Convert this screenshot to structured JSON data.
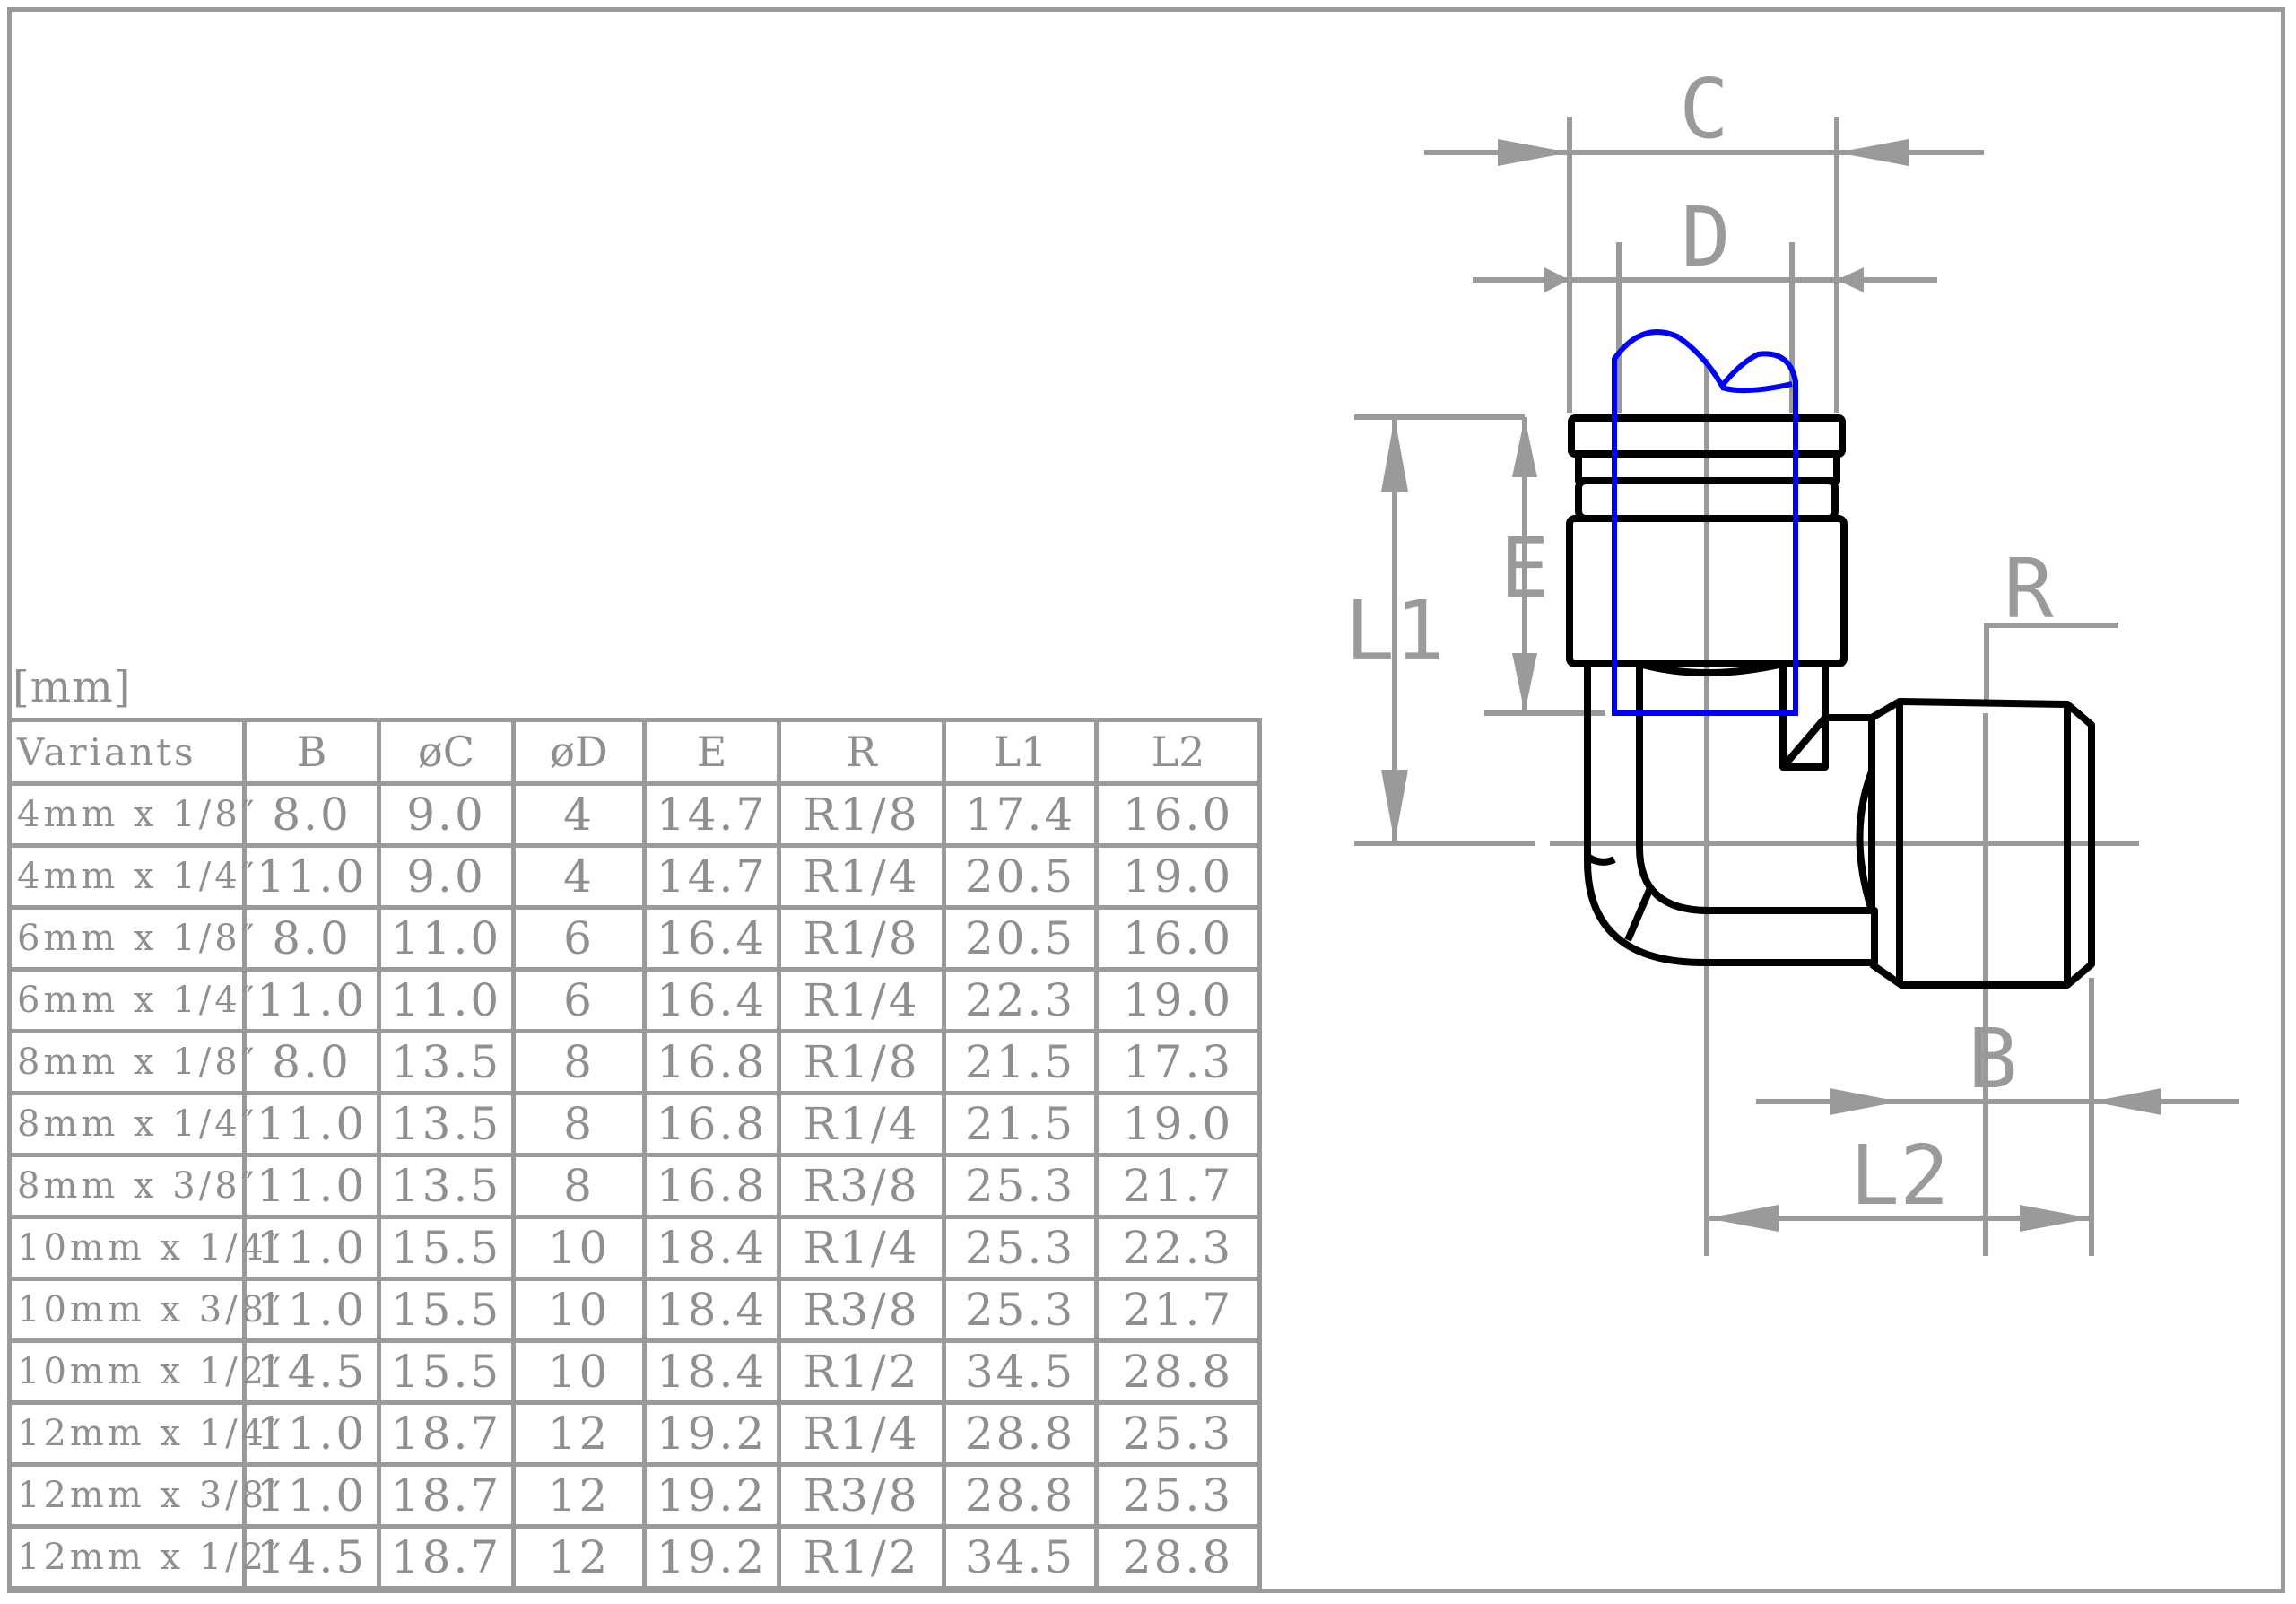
{
  "unit_label": "[mm]",
  "table": {
    "headers": [
      "Variants",
      "B",
      "øC",
      "øD",
      "E",
      "R",
      "L1",
      "L2"
    ],
    "rows": [
      [
        "4mm x 1/8″",
        "8.0",
        "9.0",
        "4",
        "14.7",
        "R1/8",
        "17.4",
        "16.0"
      ],
      [
        "4mm x 1/4″",
        "11.0",
        "9.0",
        "4",
        "14.7",
        "R1/4",
        "20.5",
        "19.0"
      ],
      [
        "6mm x 1/8″",
        "8.0",
        "11.0",
        "6",
        "16.4",
        "R1/8",
        "20.5",
        "16.0"
      ],
      [
        "6mm x 1/4″",
        "11.0",
        "11.0",
        "6",
        "16.4",
        "R1/4",
        "22.3",
        "19.0"
      ],
      [
        "8mm x 1/8″",
        "8.0",
        "13.5",
        "8",
        "16.8",
        "R1/8",
        "21.5",
        "17.3"
      ],
      [
        "8mm x 1/4″",
        "11.0",
        "13.5",
        "8",
        "16.8",
        "R1/4",
        "21.5",
        "19.0"
      ],
      [
        "8mm x 3/8″",
        "11.0",
        "13.5",
        "8",
        "16.8",
        "R3/8",
        "25.3",
        "21.7"
      ],
      [
        "10mm x 1/4″",
        "11.0",
        "15.5",
        "10",
        "18.4",
        "R1/4",
        "25.3",
        "22.3"
      ],
      [
        "10mm x 3/8″",
        "11.0",
        "15.5",
        "10",
        "18.4",
        "R3/8",
        "25.3",
        "21.7"
      ],
      [
        "10mm x 1/2″",
        "14.5",
        "15.5",
        "10",
        "18.4",
        "R1/2",
        "34.5",
        "28.8"
      ],
      [
        "12mm x 1/4″",
        "11.0",
        "18.7",
        "12",
        "19.2",
        "R1/4",
        "28.8",
        "25.3"
      ],
      [
        "12mm x 3/8″",
        "11.0",
        "18.7",
        "12",
        "19.2",
        "R3/8",
        "28.8",
        "25.3"
      ],
      [
        "12mm x 1/2″",
        "14.5",
        "18.7",
        "12",
        "19.2",
        "R1/2",
        "34.5",
        "28.8"
      ]
    ]
  },
  "dimensions": {
    "C": "C",
    "D": "D",
    "E": "E",
    "L1": "L1",
    "R": "R",
    "B": "B",
    "L2": "L2"
  },
  "colors": {
    "dimension_lines": "#9a9a9a",
    "outline": "#000000",
    "tube": "#0000ff"
  }
}
